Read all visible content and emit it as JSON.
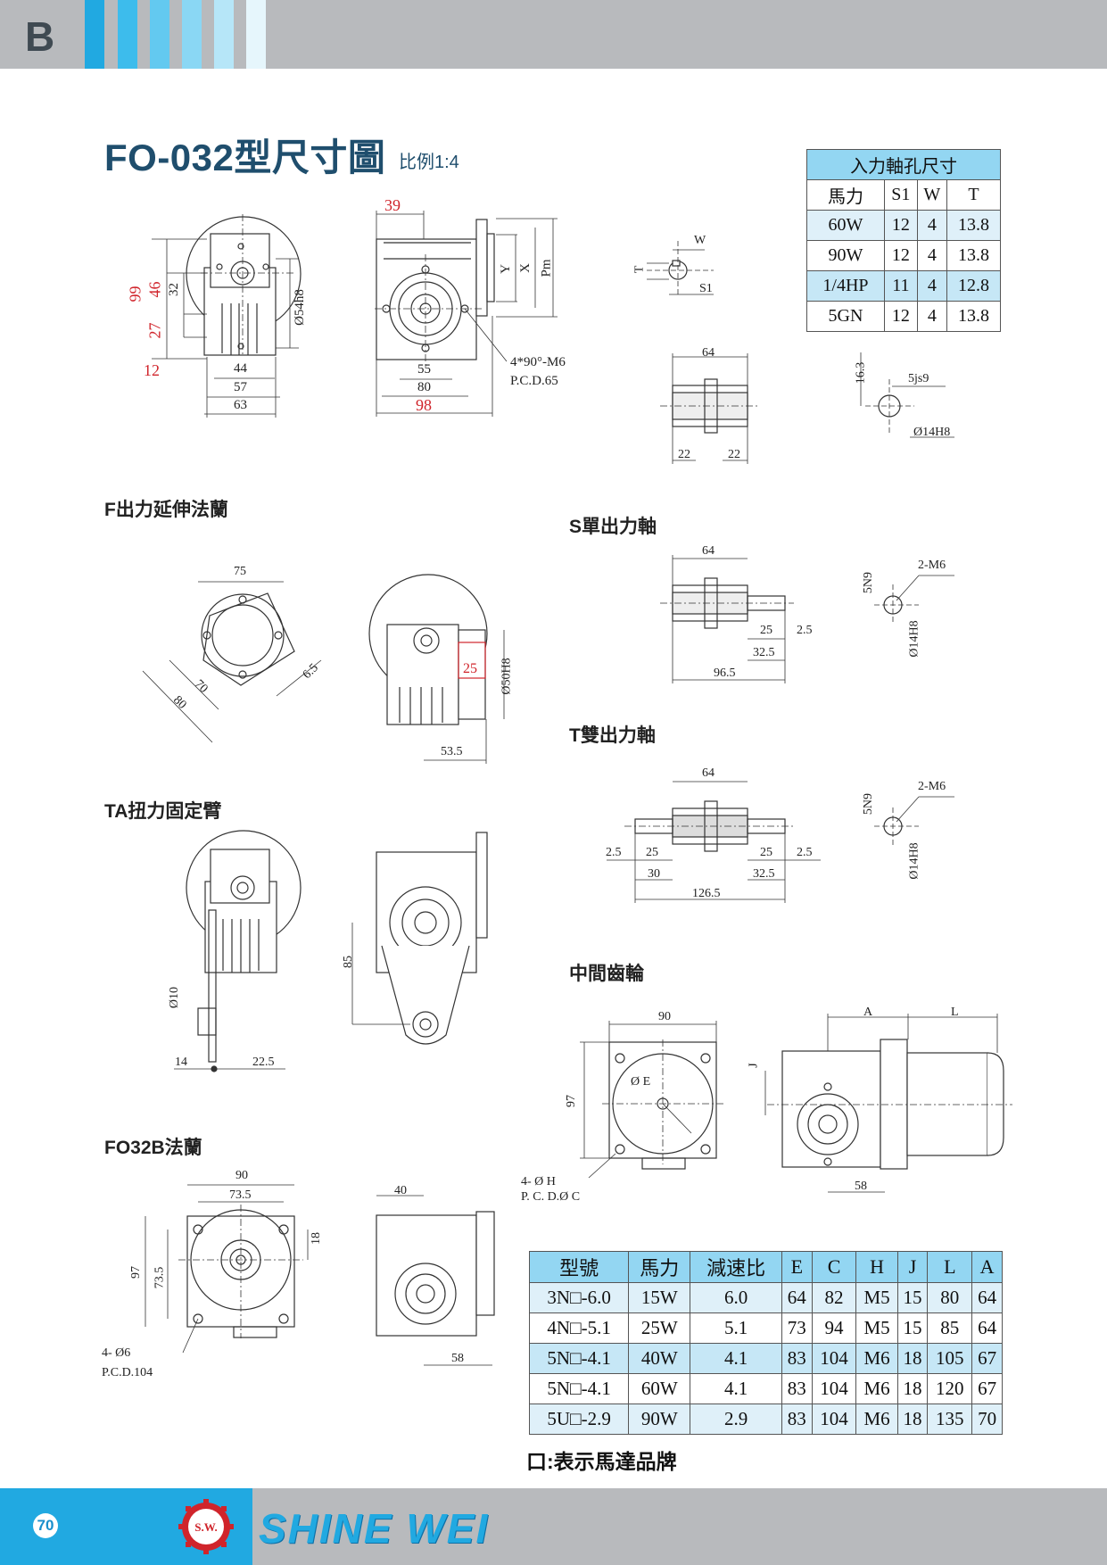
{
  "header": {
    "section_letter": "B",
    "stripe_colors": [
      "#21a9e1",
      "#3dbcec",
      "#63c9f0",
      "#8ad7f4",
      "#b6e6f8",
      "#e6f6fc"
    ]
  },
  "title": {
    "main": "FO-032型尺寸圖",
    "scale": "比例1:4"
  },
  "input_shaft_table": {
    "caption": "入力軸孔尺寸",
    "headers": [
      "馬力",
      "S1",
      "W",
      "T"
    ],
    "rows": [
      [
        "60W",
        "12",
        "4",
        "13.8"
      ],
      [
        "90W",
        "12",
        "4",
        "13.8"
      ],
      [
        "1/4HP",
        "11",
        "4",
        "12.8"
      ],
      [
        "5GN",
        "12",
        "4",
        "13.8"
      ]
    ]
  },
  "sections": {
    "f_flange": "F出力延伸法蘭",
    "s_shaft": "S單出力軸",
    "t_shaft": "T雙出力軸",
    "ta_arm": "TA扭力固定臂",
    "mid_gear": "中間齒輪",
    "fo32b_flange": "FO32B法蘭"
  },
  "dimensions": {
    "main_front": {
      "d99": "99",
      "d46": "46",
      "d32": "32",
      "d27": "27",
      "d12": "12",
      "d44": "44",
      "d57": "57",
      "d63": "63",
      "d54": "Ø54h8"
    },
    "main_side": {
      "d39": "39",
      "y": "Y",
      "x": "X",
      "pm": "Pm",
      "d55": "55",
      "d80": "80",
      "d98": "98",
      "holes": "4*90°-M6",
      "pcd": "P.C.D.65"
    },
    "keyway": {
      "w": "W",
      "t": "T",
      "s1": "S1"
    },
    "hollow_shaft": {
      "d64": "64",
      "d22a": "22",
      "d22b": "22",
      "d163": "16.3",
      "js": "5js9",
      "bore": "Ø14H8"
    },
    "f_flange": {
      "d75": "75",
      "d80": "80",
      "d70": "70",
      "d65": "6.5",
      "d25": "25",
      "d50": "Ø50H8",
      "d535": "53.5"
    },
    "s_shaft": {
      "d64": "64",
      "d25": "25",
      "d25b": "2.5",
      "d325": "32.5",
      "d965": "96.5",
      "n9": "5N9",
      "m6": "2-M6",
      "bore": "Ø14H8"
    },
    "t_shaft": {
      "d64": "64",
      "l25a": "2.5",
      "l25b": "25",
      "d30": "30",
      "r25a": "25",
      "r25b": "2.5",
      "d325": "32.5",
      "d1265": "126.5",
      "n9": "5N9",
      "m6": "2-M6",
      "bore": "Ø14H8"
    },
    "ta_arm": {
      "d10": "Ø10",
      "d14": "14",
      "d225": "22.5",
      "d85": "85"
    },
    "mid_gear": {
      "d90": "90",
      "d97": "97",
      "oe": "Ø E",
      "h": "4- Ø H",
      "pcd": "P. C. D.Ø C",
      "a": "A",
      "l": "L",
      "j": "J",
      "d58": "58"
    },
    "fo32b": {
      "d90": "90",
      "d735": "73.5",
      "d97": "97",
      "d735v": "73.5",
      "d18": "18",
      "holes": "4- Ø6",
      "pcd": "P.C.D.104",
      "d40": "40",
      "d58": "58"
    }
  },
  "model_table": {
    "headers": [
      "型號",
      "馬力",
      "減速比",
      "E",
      "C",
      "H",
      "J",
      "L",
      "A"
    ],
    "rows": [
      [
        "3N□-6.0",
        "15W",
        "6.0",
        "64",
        "82",
        "M5",
        "15",
        "80",
        "64"
      ],
      [
        "4N□-5.1",
        "25W",
        "5.1",
        "73",
        "94",
        "M5",
        "15",
        "85",
        "64"
      ],
      [
        "5N□-4.1",
        "40W",
        "4.1",
        "83",
        "104",
        "M6",
        "18",
        "105",
        "67"
      ],
      [
        "5N□-4.1",
        "60W",
        "4.1",
        "83",
        "104",
        "M6",
        "18",
        "120",
        "67"
      ],
      [
        "5U□-2.9",
        "90W",
        "2.9",
        "83",
        "104",
        "M6",
        "18",
        "135",
        "70"
      ]
    ],
    "note": "口:表示馬達品牌"
  },
  "footer": {
    "page_number": "70",
    "brand": "SHINE WEI",
    "logo_text": "S.W."
  },
  "colors": {
    "accent_blue": "#21a9e1",
    "title_blue": "#1f4e6d",
    "table_header": "#93d6f2",
    "band_gray": "#b8babd",
    "dim_red": "#d0242b"
  }
}
